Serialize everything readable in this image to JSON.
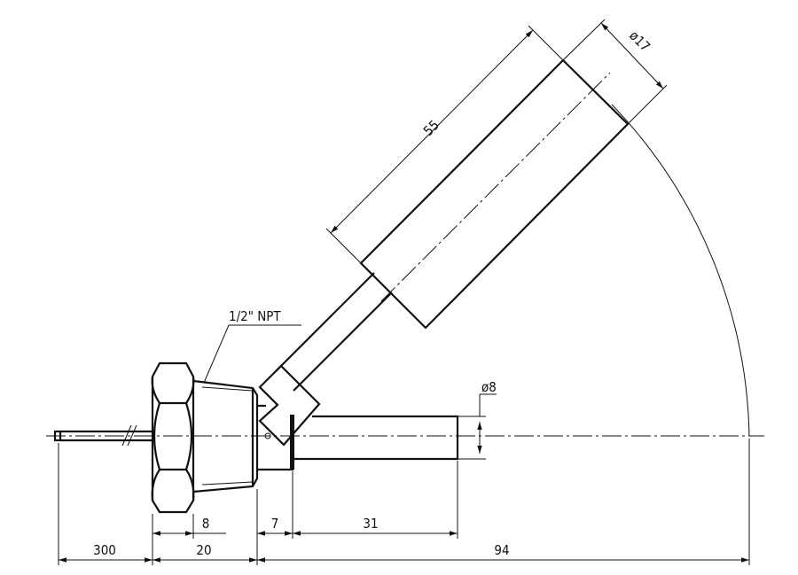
{
  "drawing": {
    "callout_thread": "1/2\" NPT",
    "dimensions": {
      "cable_length": "300",
      "fitting_length": "20",
      "overall_length": "94",
      "hex_width": "8",
      "neck_length": "7",
      "probe_length": "31",
      "probe_diameter": "ø8",
      "head_length": "55",
      "head_diameter": "ø17"
    },
    "head_angle_deg": 45,
    "line_color": "#111111"
  }
}
